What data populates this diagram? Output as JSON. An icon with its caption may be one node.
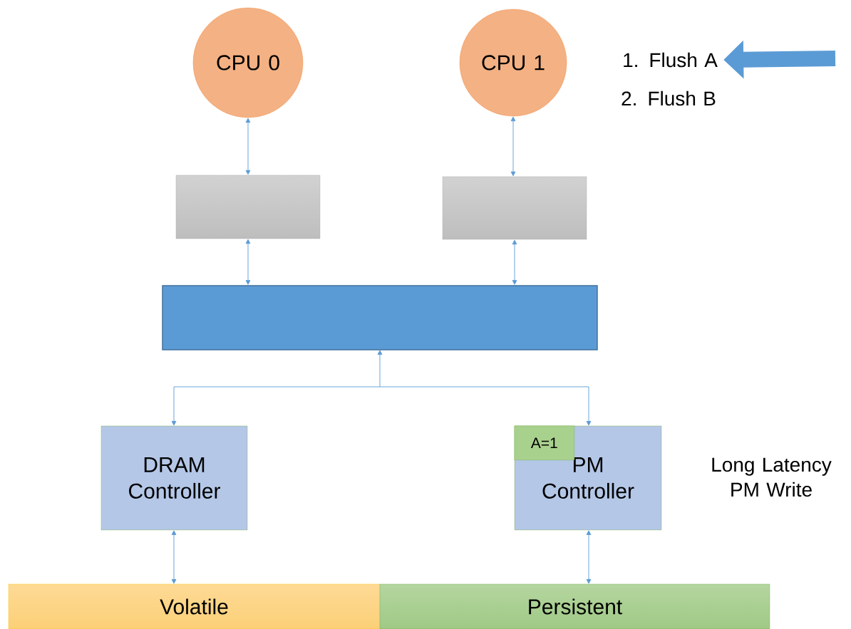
{
  "diagram": {
    "nodes": [
      {
        "text": [
          "CPU 0"
        ]
      },
      {
        "text": [
          "CPU 1"
        ]
      },
      {
        "text": [],
        "shape": "box"
      },
      {
        "text": [],
        "shape": "box"
      },
      {
        "text": [],
        "shape": "box"
      },
      {
        "text": [
          "DRAM Controller"
        ]
      },
      {
        "text": [
          "PM Controller"
        ]
      },
      {
        "text": [
          "A=1"
        ],
        "in": 6
      },
      {
        "text": [
          "Volatile"
        ]
      },
      {
        "text": [
          "Persistent"
        ]
      },
      {
        "text": [
          "1. Flush A"
        ]
      }
    ],
    "edges": [
      {
        "from": 0,
        "to": 2,
        "arrow": "both"
      },
      {
        "from": 1,
        "to": 3,
        "arrow": "both"
      },
      {
        "from": 2,
        "to": 4,
        "arrow": "both"
      },
      {
        "from": 3,
        "to": 4,
        "arrow": "both"
      },
      {
        "from": 4,
        "to": 5,
        "arrow": "both"
      },
      {
        "from": 4,
        "to": 6,
        "arrow": "both"
      },
      {
        "from": 5,
        "to": 8,
        "arrow": "both"
      },
      {
        "from": 6,
        "to": 9,
        "arrow": "both"
      },
      {
        "from": null,
        "to": 10,
        "arrow": "to",
        "style": "thick"
      }
    ],
    "labels": [
      "2. Flush B",
      "Long Latency PM Write"
    ]
  }
}
